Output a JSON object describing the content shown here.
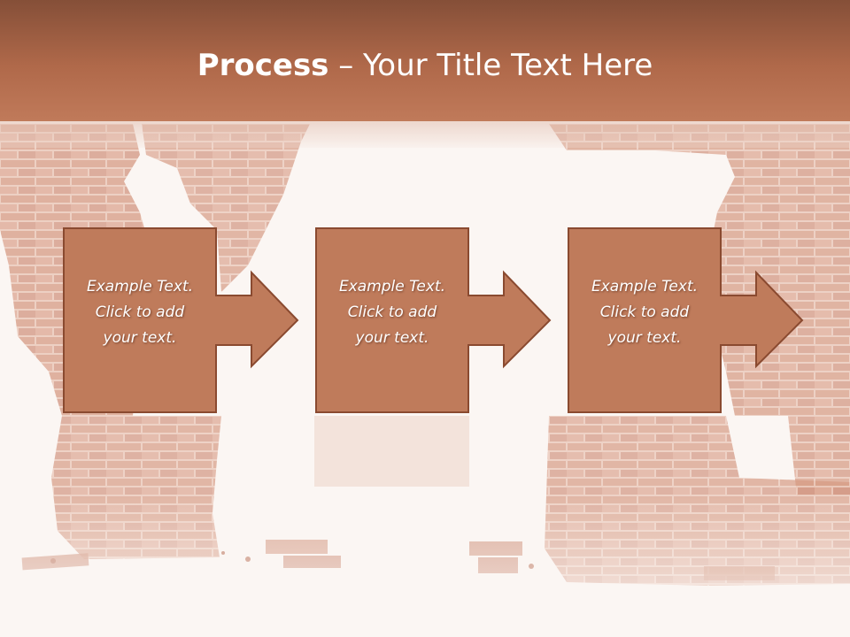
{
  "slide": {
    "title_bold": "Process",
    "title_rest": " – Your Title Text Here"
  },
  "steps": [
    {
      "text": "Example Text.\nClick  to add\nyour text."
    },
    {
      "text": "Example Text.\nClick  to add\nyour text."
    },
    {
      "text": "Example Text.\nClick  to add\nyour text."
    }
  ],
  "colors": {
    "title_bar": "#b0694a",
    "step_fill": "#bf7b5b",
    "step_border": "#8a4a30",
    "brick": "#d9a08a",
    "background": "#fbf6f3"
  },
  "icons": {
    "step_arrow": "right-arrow-icon"
  }
}
